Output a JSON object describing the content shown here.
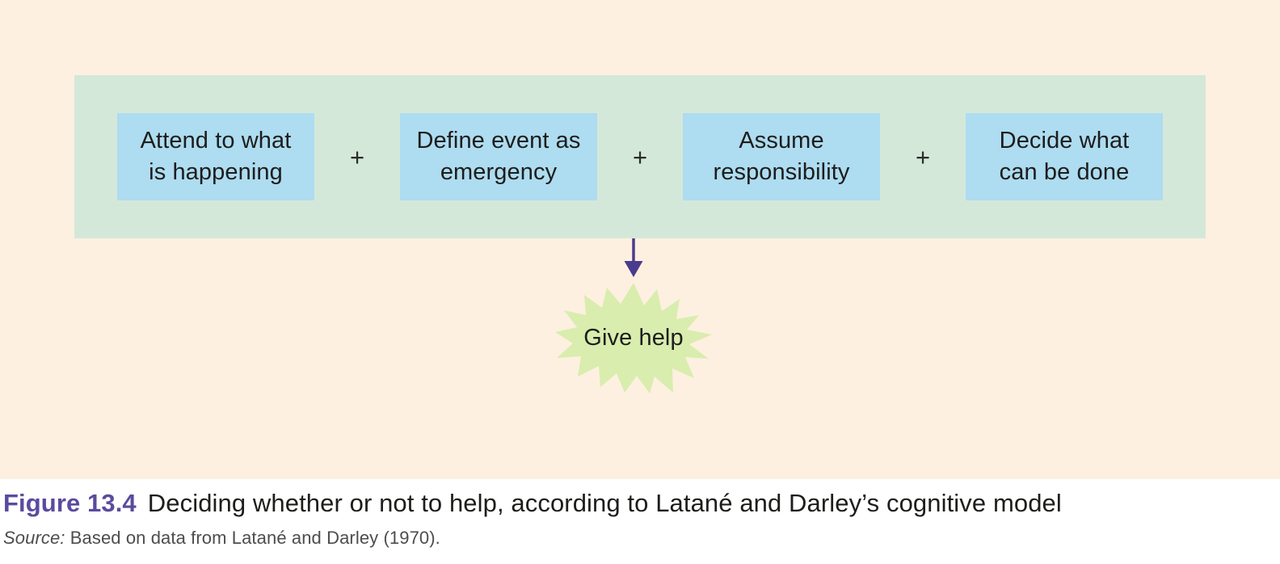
{
  "figure": {
    "background_color": "#fdf0e0",
    "band_color": "#d4e8da",
    "box_color": "#aedcf0",
    "star_color": "#d9edae",
    "arrow_color": "#4a3c8c",
    "figure_number_color": "#5b4b9e"
  },
  "process": {
    "steps": [
      {
        "label": "Attend to what\nis happening"
      },
      {
        "label": "Define event as\nemergency"
      },
      {
        "label": "Assume\nresponsibility"
      },
      {
        "label": "Decide what\ncan be done"
      }
    ],
    "separators": [
      "+",
      "+",
      "+"
    ]
  },
  "outcome": {
    "label": "Give help"
  },
  "caption": {
    "figure_number": "Figure 13.4",
    "title": "Deciding whether or not to help, according to Latané and Darley’s cognitive model",
    "source_word": "Source:",
    "source_text": " Based on data from Latané and Darley (1970)."
  }
}
